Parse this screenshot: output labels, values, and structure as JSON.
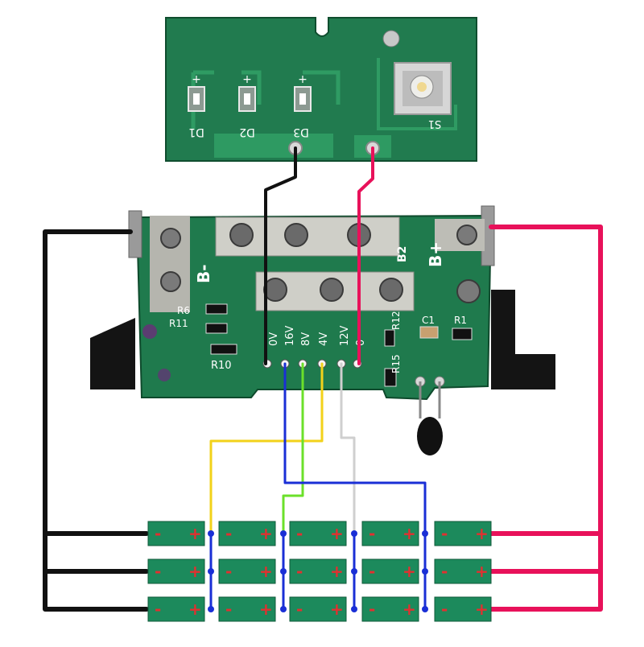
{
  "led_board": {
    "labels": [
      "D1",
      "D2",
      "D3",
      "S1"
    ],
    "plus_sign": "+"
  },
  "bms_board": {
    "label_b_minus": "B-",
    "label_b_plus": "B+",
    "label_b2": "B2",
    "resistor_labels": [
      "R6",
      "R11",
      "R10",
      "R12",
      "R15",
      "C1",
      "R1"
    ],
    "pin_labels": [
      "0V",
      "16V",
      "8V",
      "4V",
      "12V",
      "0"
    ]
  },
  "cells": {
    "rows": 3,
    "columns": 5,
    "minus_sign": "-",
    "plus_sign": "+"
  },
  "colors": {
    "pcb_green": "#1f7a4d",
    "cell_green": "#1c8a5c",
    "wire_black": "#111111",
    "wire_red": "#e8115a",
    "wire_blue": "#1a2fd6",
    "wire_yellow": "#f2d21a",
    "wire_lime": "#6be02a",
    "wire_grey": "#cfcfcf"
  }
}
